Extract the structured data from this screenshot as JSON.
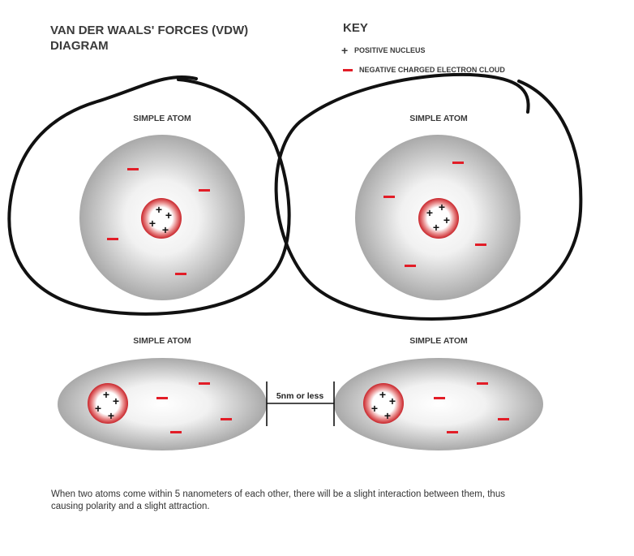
{
  "title": "VAN DER WAALS' FORCES (VDW) DIAGRAM",
  "key": {
    "heading": "KEY",
    "positive_symbol": "+",
    "positive_label": "POSITIVE NUCLEUS",
    "negative_label": "NEGATIVE CHARGED ELECTRON CLOUD"
  },
  "atom_label": "SIMPLE ATOM",
  "distance_label": "5nm or less",
  "caption": "When two atoms come within 5 nanometers of each other, there will be a slight interaction between them, thus causing polarity and a slight attraction.",
  "colors": {
    "electron": "#e21d27",
    "nucleus_ring": "#c9252b",
    "ink": "#111111"
  },
  "icons": [
    "plus-icon",
    "minus-icon"
  ]
}
